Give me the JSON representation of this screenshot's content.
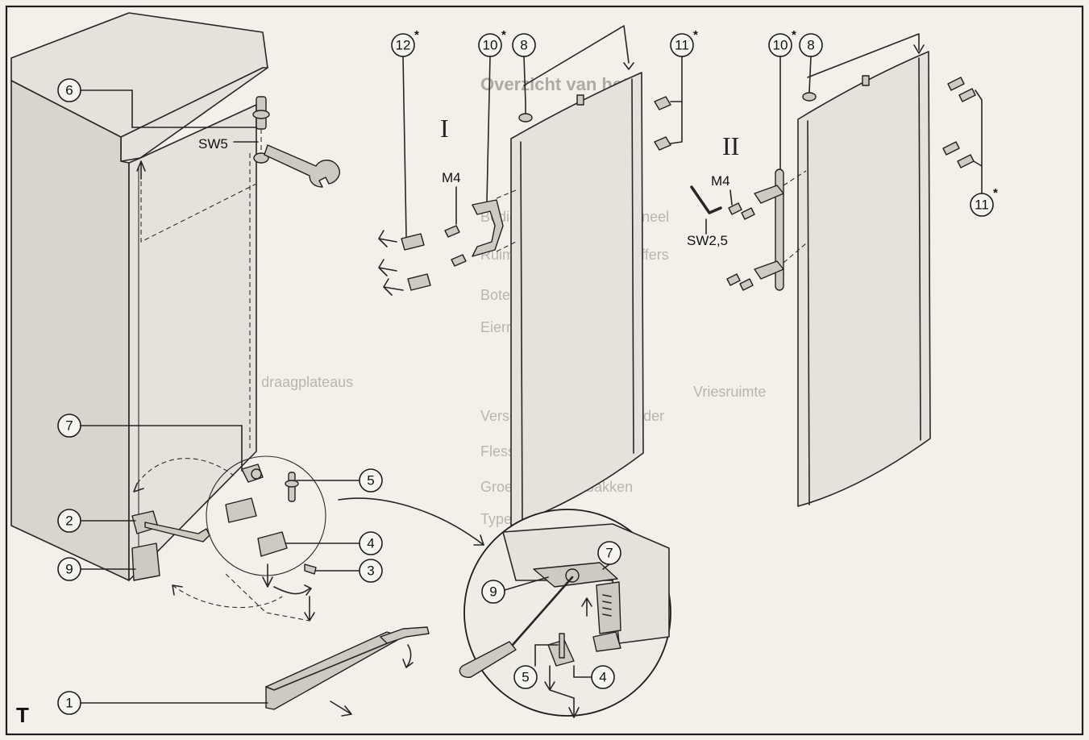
{
  "diagram": {
    "corner_mark": "T",
    "roman_labels": {
      "first": "I",
      "second": "II"
    },
    "tool_labels": {
      "wrench": "SW5",
      "screw_left": "M4",
      "screw_right": "M4",
      "hex_key": "SW2,5"
    },
    "callouts": {
      "c1": "1",
      "c2": "2",
      "c3": "3",
      "c4": "4",
      "c5": "5",
      "c6": "6",
      "c7": "7",
      "c8": "8",
      "c9": "9",
      "c10a": "10",
      "c10b": "10",
      "c11a": "11",
      "c11b": "11",
      "c12": "12",
      "d4": "4",
      "d5": "5",
      "d7": "7",
      "d8": "8",
      "d9": "9"
    },
    "optional_mark": "*",
    "show_through_text": [
      "Overzicht van het",
      "Bediening- en controlepaneel",
      "Ruimte voor gekoelde koffers",
      "Boter- en kaasvak",
      "Eierrekje*",
      "Verplaatsbare draagplateaus",
      "Verschuifbare flessenhouder",
      "Flessenrek",
      "Groente- en fruitbakken",
      "Typeplaatje",
      "Vriesruimte"
    ]
  }
}
